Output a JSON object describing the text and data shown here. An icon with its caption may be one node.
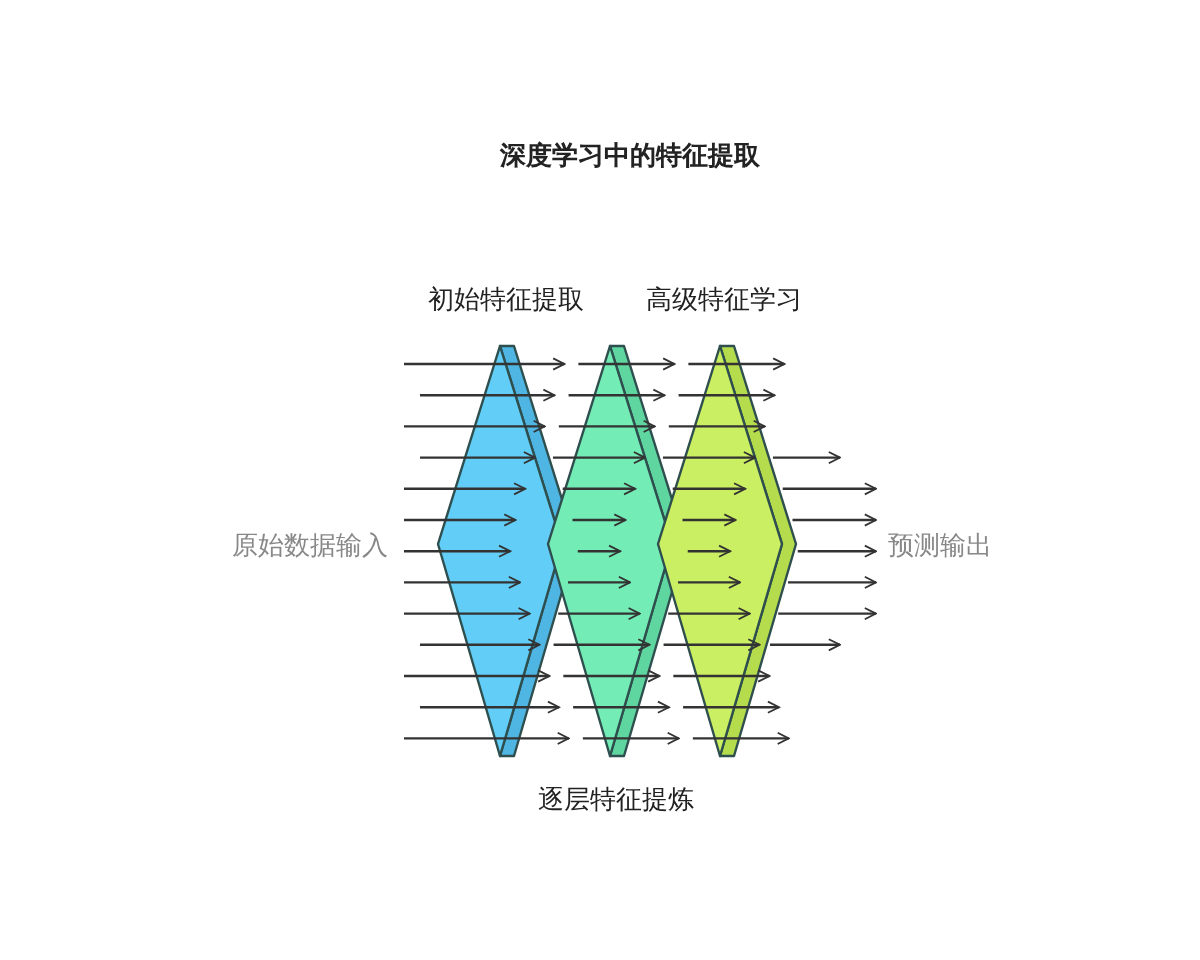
{
  "diagram": {
    "title": "深度学习中的特征提取",
    "nodes": [
      {
        "text": [],
        "shape": "diamond"
      },
      {
        "text": [],
        "shape": "diamond"
      },
      {
        "text": [],
        "shape": "diamond"
      },
      {
        "text": [
          "原始数据输入"
        ]
      },
      {
        "text": [
          "预测输出"
        ]
      }
    ],
    "edges": [
      {
        "from": null,
        "to": 0,
        "arrow": "to"
      },
      {
        "from": null,
        "to": 0,
        "arrow": "to"
      },
      {
        "from": null,
        "to": 0,
        "arrow": "to"
      },
      {
        "from": null,
        "to": 0,
        "arrow": "to"
      },
      {
        "from": null,
        "to": 0,
        "arrow": "to"
      },
      {
        "from": 3,
        "to": 0,
        "arrow": "to"
      },
      {
        "from": 3,
        "to": 0,
        "arrow": "to"
      },
      {
        "from": 3,
        "to": 0,
        "arrow": "to"
      },
      {
        "from": null,
        "to": 0,
        "arrow": "to"
      },
      {
        "from": null,
        "to": 0,
        "arrow": "to"
      },
      {
        "from": null,
        "to": 0,
        "arrow": "to"
      },
      {
        "from": null,
        "to": 0,
        "arrow": "to"
      },
      {
        "from": null,
        "to": 0,
        "arrow": "to"
      },
      {
        "from": 0,
        "to": 1,
        "arrow": "to"
      },
      {
        "from": 0,
        "to": 1,
        "arrow": "to"
      },
      {
        "from": 0,
        "to": 1,
        "arrow": "to"
      },
      {
        "from": 0,
        "to": 1,
        "arrow": "to"
      },
      {
        "from": 0,
        "to": 1,
        "arrow": "to"
      },
      {
        "from": 0,
        "to": 1,
        "arrow": "to"
      },
      {
        "from": 0,
        "to": 1,
        "arrow": "to"
      },
      {
        "from": 0,
        "to": 1,
        "arrow": "to"
      },
      {
        "from": 0,
        "to": 1,
        "arrow": "to"
      },
      {
        "from": 0,
        "to": 1,
        "arrow": "to"
      },
      {
        "from": 0,
        "to": 1,
        "arrow": "to"
      },
      {
        "from": 0,
        "to": 1,
        "arrow": "to"
      },
      {
        "from": 0,
        "to": 1,
        "arrow": "to"
      },
      {
        "from": 1,
        "to": 2,
        "arrow": "to"
      },
      {
        "from": 1,
        "to": 2,
        "arrow": "to"
      },
      {
        "from": 1,
        "to": 2,
        "arrow": "to"
      },
      {
        "from": 1,
        "to": 2,
        "arrow": "to"
      },
      {
        "from": 1,
        "to": 2,
        "arrow": "to"
      },
      {
        "from": 1,
        "to": 2,
        "arrow": "to"
      },
      {
        "from": 1,
        "to": 2,
        "arrow": "to"
      },
      {
        "from": 1,
        "to": 2,
        "arrow": "to"
      },
      {
        "from": 1,
        "to": 2,
        "arrow": "to"
      },
      {
        "from": 1,
        "to": 2,
        "arrow": "to"
      },
      {
        "from": 1,
        "to": 2,
        "arrow": "to"
      },
      {
        "from": 1,
        "to": 2,
        "arrow": "to"
      },
      {
        "from": 1,
        "to": 2,
        "arrow": "to"
      },
      {
        "from": 2,
        "to": null,
        "arrow": "to"
      },
      {
        "from": 2,
        "to": 4,
        "arrow": "to"
      },
      {
        "from": 2,
        "to": 4,
        "arrow": "to"
      },
      {
        "from": 2,
        "to": 4,
        "arrow": "to"
      },
      {
        "from": 2,
        "to": 4,
        "arrow": "to"
      },
      {
        "from": 2,
        "to": 4,
        "arrow": "to"
      },
      {
        "from": 2,
        "to": null,
        "arrow": "to"
      }
    ],
    "labels": [
      "初始特征提取",
      "高级特征学习",
      "逐层特征提炼"
    ]
  }
}
